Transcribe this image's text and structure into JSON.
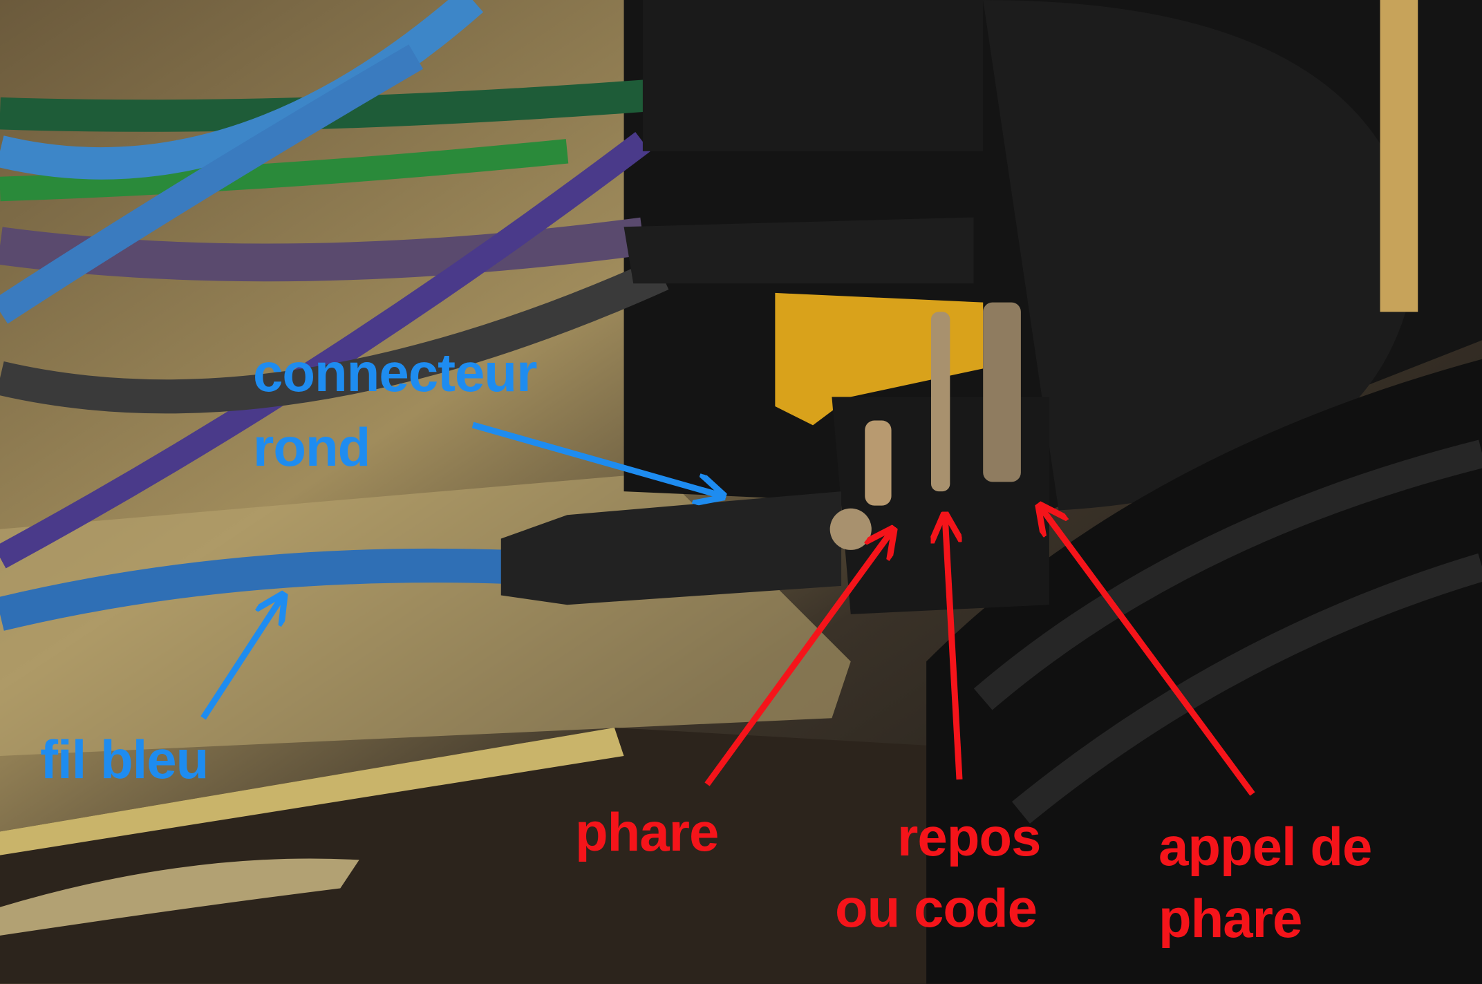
{
  "annotations": {
    "connecteur_rond": {
      "line1": "connecteur",
      "line2": "rond"
    },
    "fil_bleu": "fil bleu",
    "phare": "phare",
    "repos_ou_code": {
      "line1": "repos",
      "line2": "ou code"
    },
    "appel_de_phare": {
      "line1": "appel de",
      "line2": "phare"
    }
  },
  "colors": {
    "blue_label": "#1e8cf0",
    "red_label": "#f5141a"
  }
}
